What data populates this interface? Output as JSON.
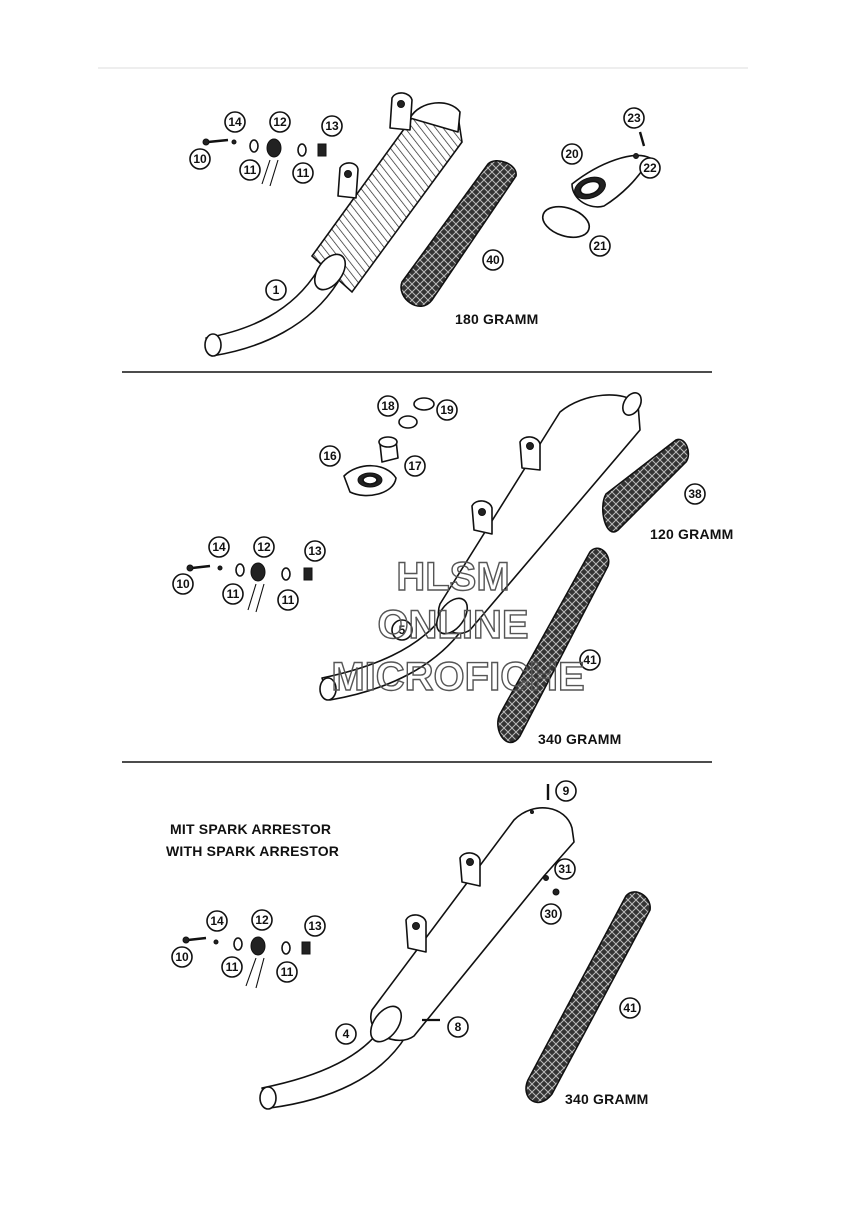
{
  "callouts": {
    "c1": "1",
    "c4": "4",
    "c5": "5",
    "c8": "8",
    "c9": "9",
    "c10a": "10",
    "c10b": "10",
    "c10c": "10",
    "c11a": "11",
    "c11b": "11",
    "c11c": "11",
    "c11d": "11",
    "c11e": "11",
    "c11f": "11",
    "c12a": "12",
    "c12b": "12",
    "c12c": "12",
    "c13a": "13",
    "c13b": "13",
    "c13c": "13",
    "c14a": "14",
    "c14b": "14",
    "c14c": "14",
    "c16": "16",
    "c17": "17",
    "c18": "18",
    "c19": "19",
    "c20": "20",
    "c21": "21",
    "c22": "22",
    "c23": "23",
    "c30": "30",
    "c31": "31",
    "c38": "38",
    "c40": "40",
    "c41": "41",
    "c41b": "41"
  },
  "labels": {
    "weight_top": "180 GRAMM",
    "weight_mid_small": "120 GRAMM",
    "weight_mid_large": "340 GRAMM",
    "weight_bottom": "340 GRAMM",
    "spark_de": "MIT SPARK ARRESTOR",
    "spark_en": "WITH SPARK ARRESTOR"
  },
  "watermark": {
    "line1": "HLSM",
    "line2": "ONLINE",
    "line3": "MICROFICHE"
  }
}
